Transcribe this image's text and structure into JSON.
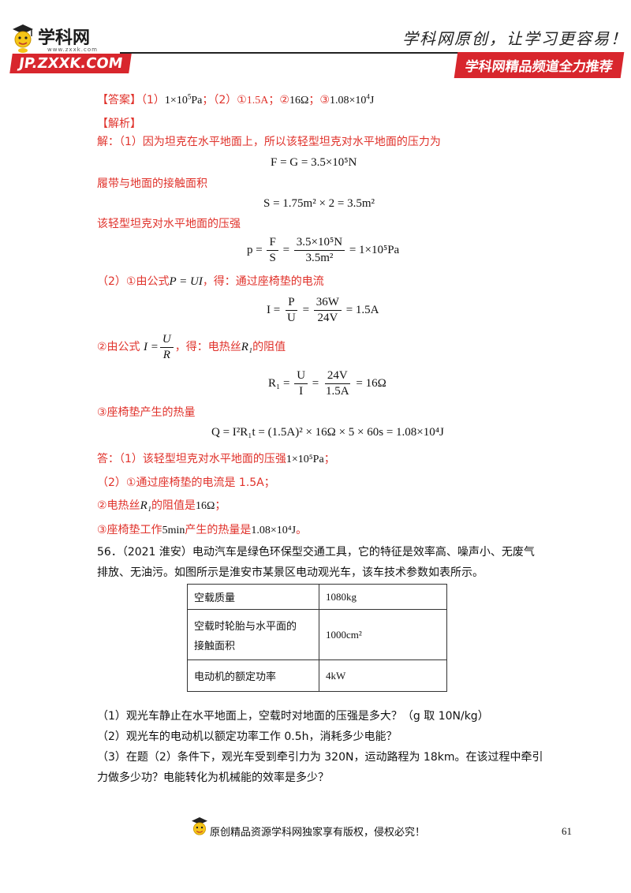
{
  "header": {
    "logo_name": "学科网",
    "logo_sub": "www.zxxk.com",
    "url": "JP.ZXXK.COM",
    "slogan": "学科网原创，让学习更容易！",
    "promo": "学科网精品频道全力推荐"
  },
  "answer": {
    "label": "【答案】",
    "p1_prefix": "（1）",
    "p1_value": "1×10",
    "p1_exp": "5",
    "p1_unit": "Pa",
    "sep1": "；（2）①",
    "v_current": "1.5A",
    "sep2": "；②",
    "v_res": "16Ω",
    "sep3": "；③",
    "v_heat": "1.08×10",
    "v_heat_exp": "4",
    "v_heat_unit": "J"
  },
  "analysis": {
    "label": "【解析】",
    "line1": "解：（1）因为坦克在水平地面上，所以该轻型坦克对水平地面的压力为",
    "eq1": "F = G = 3.5×10⁵N",
    "line2": "履带与地面的接触面积",
    "eq2": "S = 1.75m² × 2 = 3.5m²",
    "line3": "该轻型坦克对水平地面的压强",
    "eq3_lhs": "p =",
    "eq3_f_num": "F",
    "eq3_f_den": "S",
    "eq3_eq": "=",
    "eq3_n_num": "3.5×10⁵N",
    "eq3_n_den": "3.5m²",
    "eq3_res": "= 1×10⁵Pa",
    "line4_a": "（2）①由公式",
    "line4_formula": "P = UI",
    "line4_b": "，得：通过座椅垫的电流",
    "eq4_lhs": "I =",
    "eq4_f_num": "P",
    "eq4_f_den": "U",
    "eq4_n_num": "36W",
    "eq4_n_den": "24V",
    "eq4_res": "= 1.5A",
    "line5_a": "②由公式",
    "line5_lhs": "I =",
    "line5_num": "U",
    "line5_den": "R",
    "line5_b": "，得：电热丝",
    "line5_r": "R₁",
    "line5_c": "的阻值",
    "eq5_lhs": "R₁ =",
    "eq5_f_num": "U",
    "eq5_f_den": "I",
    "eq5_n_num": "24V",
    "eq5_n_den": "1.5A",
    "eq5_res": "= 16Ω",
    "line6": "③座椅垫产生的热量",
    "eq6": "Q = I²R₁t = (1.5A)² × 16Ω × 5 × 60s = 1.08×10⁴J",
    "ans_a": "答：（1）该轻型坦克对水平地面的压强",
    "ans_a_val": "1×10⁵Pa",
    "ans_a_end": "；",
    "ans_b": "（2）①通过座椅垫的电流是 1.5A；",
    "ans_c_a": "②电热丝",
    "ans_c_r": "R₁",
    "ans_c_b": "的阻值是",
    "ans_c_val": "16Ω",
    "ans_c_end": "；",
    "ans_d_a": "③座椅垫工作",
    "ans_d_t": "5min",
    "ans_d_b": "产生的热量是",
    "ans_d_val": "1.08×10⁴J",
    "ans_d_end": "。"
  },
  "question": {
    "line1": "56．（2021 淮安）电动汽车是绿色环保型交通工具，它的特征是效率高、噪声小、无废气",
    "line2": "排放、无油污。如图所示是淮安市某景区电动观光车，该车技术参数如表所示。",
    "table": [
      {
        "label": "空载质量",
        "value": "1080kg"
      },
      {
        "label_l1": "空载时轮胎与水平面的",
        "label_l2": "接触面积",
        "value": "1000cm²"
      },
      {
        "label": "电动机的额定功率",
        "value": "4kW"
      }
    ],
    "q1": "（1）观光车静止在水平地面上，空载时对地面的压强是多大？（g 取 10N/kg）",
    "q2": "（2）观光车的电动机以额定功率工作 0.5h，消耗多少电能？",
    "q3_l1": "（3）在题（2）条件下，观光车受到牵引力为 320N，运动路程为 18km。在该过程中牵引",
    "q3_l2": "力做多少功？电能转化为机械能的效率是多少？"
  },
  "footer": {
    "text": "原创精品资源学科网独家享有版权，侵权必究！",
    "page": "61"
  }
}
